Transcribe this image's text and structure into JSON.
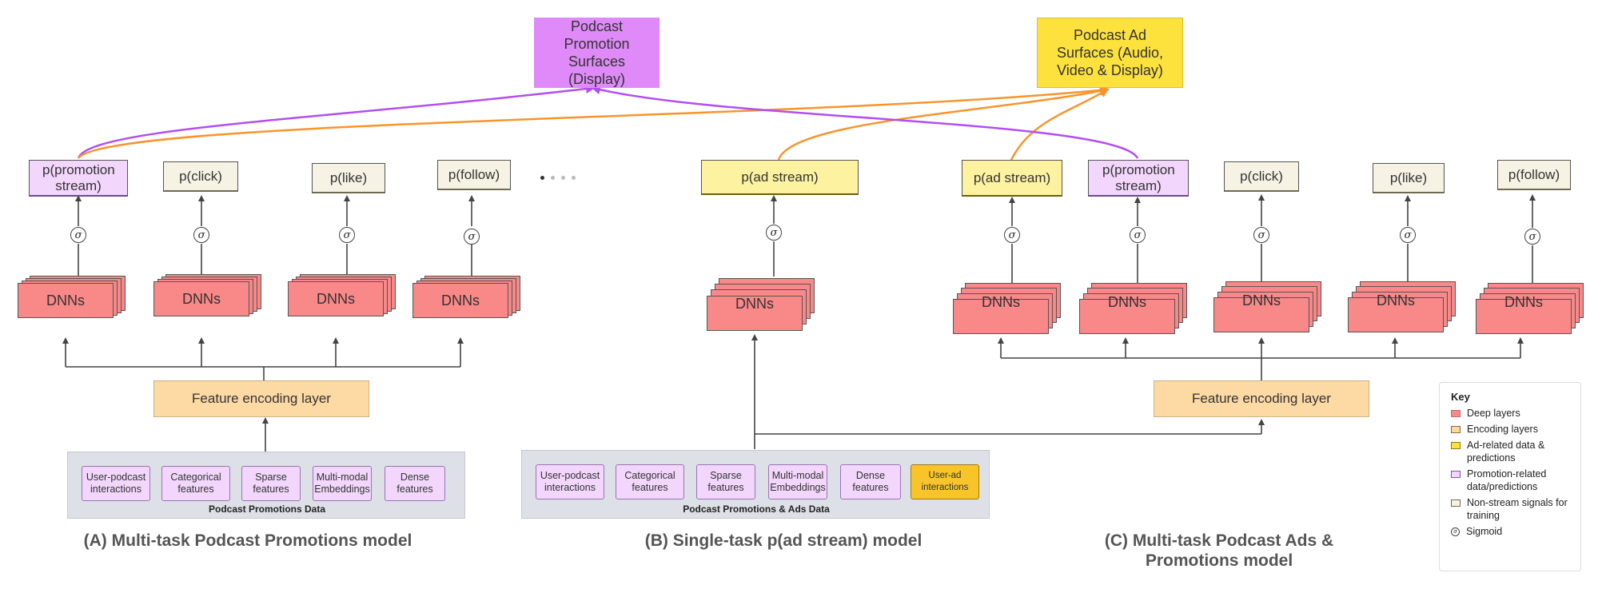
{
  "colors": {
    "promotion": "#f2d6fb",
    "promotion_target": "#df8af8",
    "ad": "#fdf2a0",
    "ad_target": "#fde23e",
    "signal": "#f6f3e4",
    "deep": "#f98888",
    "encoding": "#fdd9a4",
    "ad_chip": "#f8c42a",
    "promotion_arrow": "#b34ef0",
    "ad_arrow": "#f7952c"
  },
  "targets": {
    "promotion": "Podcast Promotion Surfaces (Display)",
    "ad": "Podcast Ad Surfaces (Audio, Video & Display)"
  },
  "sigma_symbol": "σ",
  "dnn_label": "DNNs",
  "model_a": {
    "caption": "(A) Multi-task Podcast Promotions model",
    "predictions": [
      "p(promotion stream)",
      "p(click)",
      "p(like)",
      "p(follow)"
    ],
    "encoding_layer": "Feature encoding layer",
    "features": [
      "User-podcast interactions",
      "Categorical features",
      "Sparse features",
      "Multi-modal Embeddings",
      "Dense features"
    ],
    "data_title": "Podcast Promotions Data"
  },
  "model_b": {
    "caption": "(B) Single-task p(ad stream) model",
    "prediction": "p(ad stream)",
    "features": [
      "User-podcast interactions",
      "Categorical features",
      "Sparse features",
      "Multi-modal Embeddings",
      "Dense features",
      "User-ad interactions"
    ],
    "data_title": "Podcast Promotions & Ads Data"
  },
  "model_c": {
    "caption": "(C) Multi-task Podcast Ads & Promotions model",
    "predictions": [
      "p(ad stream)",
      "p(promotion stream)",
      "p(click)",
      "p(like)",
      "p(follow)"
    ],
    "encoding_layer": "Feature encoding layer"
  },
  "key": {
    "title": "Key",
    "items": [
      {
        "label": "Deep layers",
        "icon": "red-swatch"
      },
      {
        "label": "Encoding layers",
        "icon": "orange-swatch"
      },
      {
        "label": "Ad-related data & predictions",
        "icon": "yellow-swatch"
      },
      {
        "label": "Promotion-related data/predictions",
        "icon": "purple-swatch"
      },
      {
        "label": "Non-stream signals for training",
        "icon": "beige-swatch"
      },
      {
        "label": "Sigmoid",
        "icon": "sigmoid-icon"
      }
    ]
  }
}
